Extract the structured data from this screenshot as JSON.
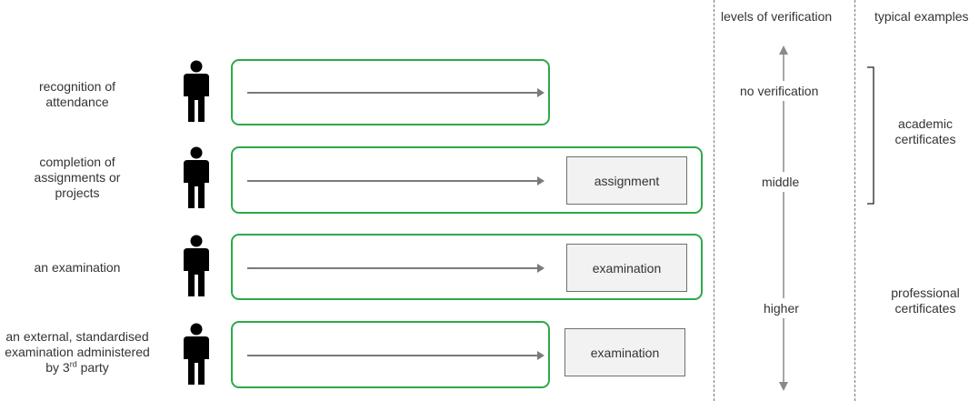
{
  "headers": {
    "levels": "levels of verification",
    "examples": "typical examples"
  },
  "rows": [
    {
      "label_lines": [
        "recognition of",
        "attendance"
      ],
      "tag": ""
    },
    {
      "label_lines": [
        "completion of",
        "assignments or",
        "projects"
      ],
      "tag": "assignment"
    },
    {
      "label_lines": [
        "an examination"
      ],
      "tag": "examination"
    },
    {
      "label_lines": [
        "an external, standardised",
        "examination administered"
      ],
      "label_last": {
        "pre": "by 3",
        "sup": "rd",
        "post": " party"
      },
      "tag": "examination"
    }
  ],
  "levels": {
    "top": "no verification",
    "middle": "middle",
    "bottom": "higher"
  },
  "examples": {
    "academic": [
      "academic",
      "certificates"
    ],
    "professional": [
      "professional",
      "certificates"
    ]
  },
  "colors": {
    "track_border": "#2ea84a",
    "arrow": "#7a7a7a",
    "tag_fill": "#f2f2f2"
  }
}
